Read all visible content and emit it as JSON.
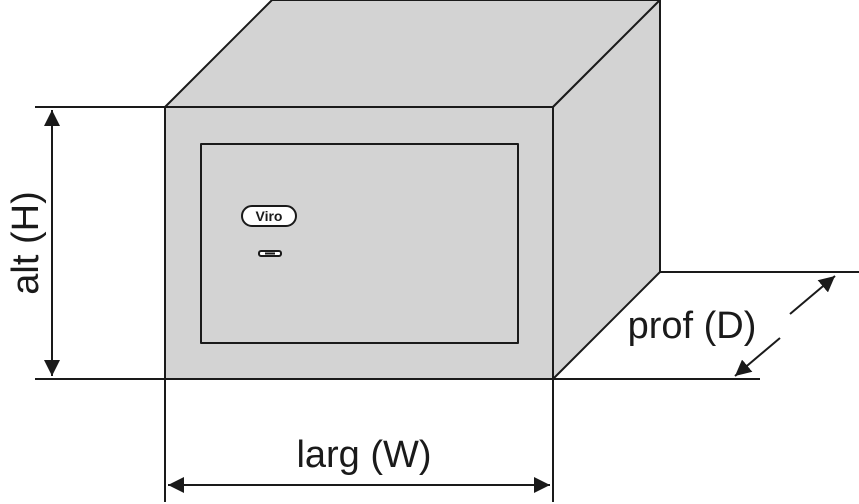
{
  "diagram": {
    "labels": {
      "height": "alt (H)",
      "width": "larg (W)",
      "depth": "prof (D)",
      "brand": "Viro"
    },
    "colors": {
      "safe_fill": "#d3d3d3",
      "line": "#1a1a1a",
      "background": "#ffffff"
    },
    "icons": {
      "keyhole": "keyhole-icon",
      "logo": "viro-logo"
    }
  }
}
